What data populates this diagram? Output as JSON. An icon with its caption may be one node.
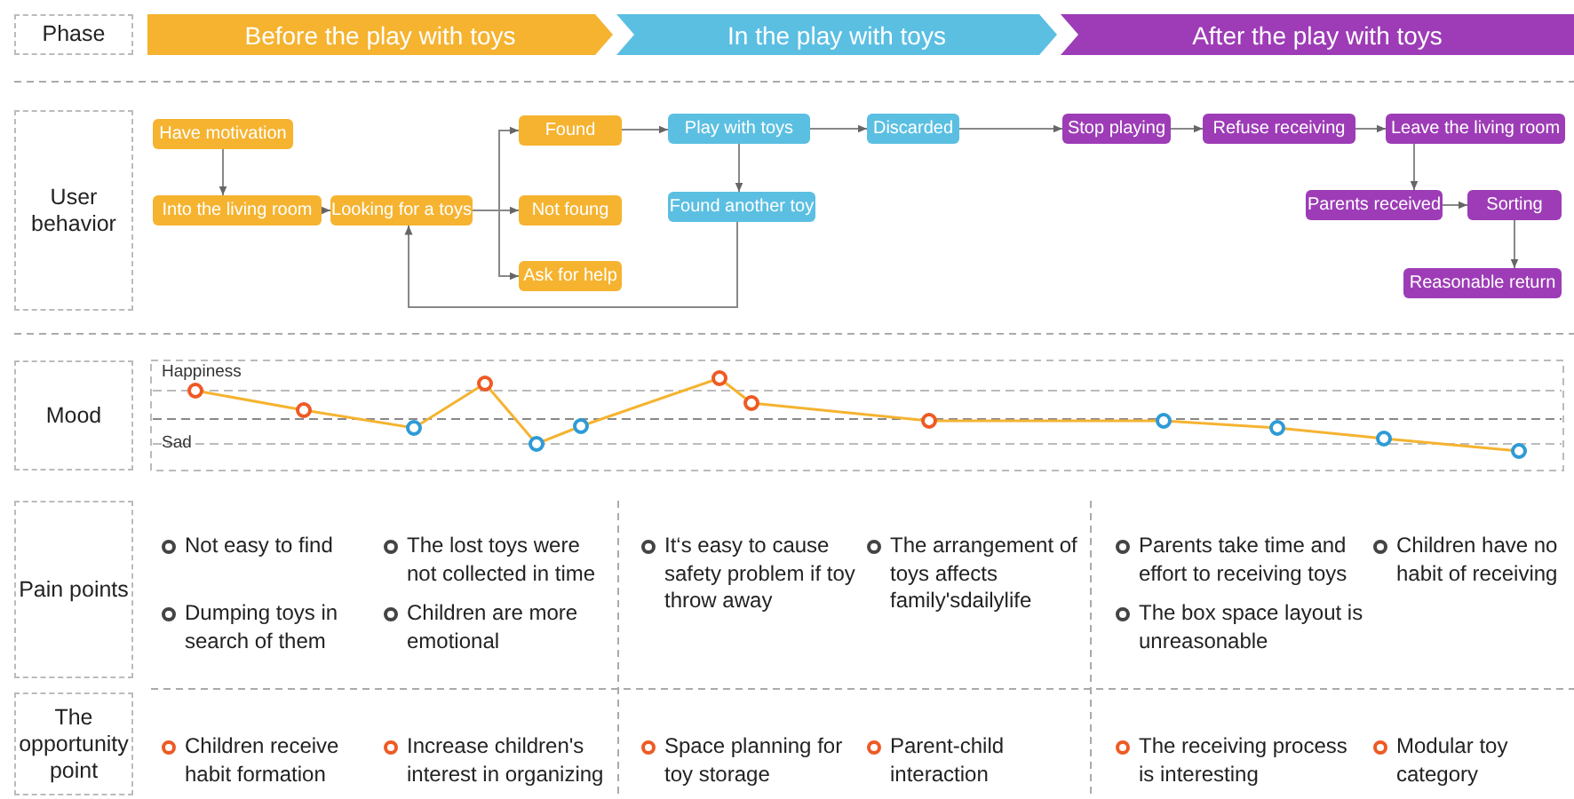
{
  "diagram": {
    "nodes": [
      {
        "text": [
          "Phase"
        ]
      },
      {
        "text": [
          "Before the play with toys"
        ]
      },
      {
        "text": [
          "In the play with toys"
        ]
      },
      {
        "text": [
          "After the play with toys"
        ]
      },
      {
        "text": [
          "User behavior"
        ]
      },
      {
        "text": [
          "Have motivation"
        ]
      },
      {
        "text": [
          "Into the living room"
        ]
      },
      {
        "text": [
          "Looking for a toys"
        ]
      },
      {
        "text": [
          "Found"
        ]
      },
      {
        "text": [
          "Not foung"
        ]
      },
      {
        "text": [
          "Ask for help"
        ]
      },
      {
        "text": [
          "Play with toys"
        ]
      },
      {
        "text": [
          "Found another toy"
        ]
      },
      {
        "text": [
          "Discarded"
        ]
      },
      {
        "text": [
          "Stop playing"
        ]
      },
      {
        "text": [
          "Refuse receiving"
        ]
      },
      {
        "text": [
          "Leave the living room"
        ]
      },
      {
        "text": [
          "Parents received"
        ]
      },
      {
        "text": [
          "Sorting"
        ]
      },
      {
        "text": [
          "Reasonable return"
        ]
      },
      {
        "text": [
          "Mood"
        ]
      },
      {
        "text": [
          "Pain points"
        ]
      },
      {
        "text": [
          "The opportunity point"
        ]
      }
    ],
    "edges": [
      {
        "from": 5,
        "to": 6,
        "arrow": "to"
      },
      {
        "from": 6,
        "to": 7,
        "arrow": "to"
      },
      {
        "from": 7,
        "to": 8,
        "arrow": "to"
      },
      {
        "from": 7,
        "to": 9,
        "arrow": "to"
      },
      {
        "from": 7,
        "to": 10,
        "arrow": "to"
      },
      {
        "from": 8,
        "to": 11,
        "arrow": "to"
      },
      {
        "from": 11,
        "to": 12,
        "arrow": "to"
      },
      {
        "from": 12,
        "to": 7,
        "arrow": "to"
      },
      {
        "from": 11,
        "to": 13,
        "arrow": "to"
      },
      {
        "from": 13,
        "to": 14,
        "arrow": "to"
      },
      {
        "from": 14,
        "to": 15,
        "arrow": "to"
      },
      {
        "from": 15,
        "to": 16,
        "arrow": "to"
      },
      {
        "from": 16,
        "to": 17,
        "arrow": "to"
      },
      {
        "from": 17,
        "to": 18,
        "arrow": "to"
      },
      {
        "from": 18,
        "to": 19,
        "arrow": "to"
      }
    ],
    "labels": [
      "Happiness",
      "Sad",
      "Not easy to find",
      "The lost toys were not collected in time",
      "It‘s easy to cause safety problem if toy throw away",
      "The arrangement of toys affects family'sdailylife",
      "Parents take time and effort to receiving toys",
      "Children have no habit of receiving",
      "Dumping toys in search of them",
      "Children are more emotional",
      "The box space layout is unreasonable",
      "Children receive habit formation",
      "Increase children's interest in organizing",
      "Space planning for toy storage",
      "Parent-child interaction",
      "The receiving process is interesting",
      "Modular toy category"
    ]
  }
}
